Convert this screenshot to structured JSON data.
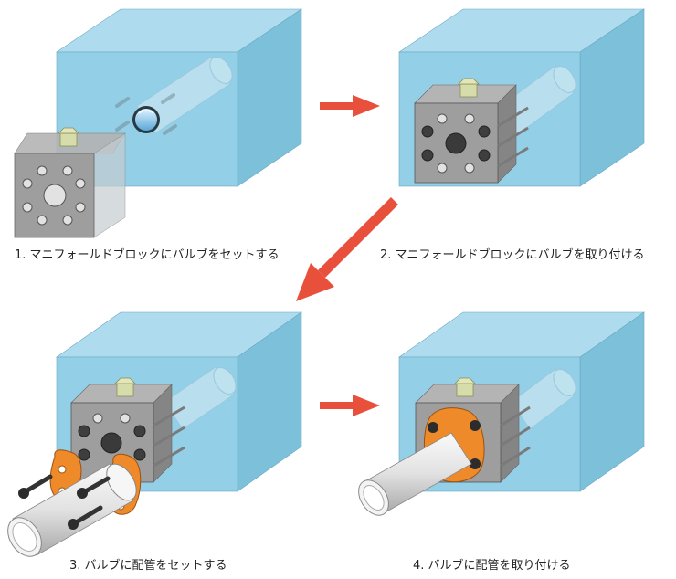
{
  "steps": [
    {
      "label": "1. マニフォールドブロックにバルブをセットする"
    },
    {
      "label": "2. マニフォールドブロックにバルブを取り付ける"
    },
    {
      "label": "3. バルブに配管をセットする"
    },
    {
      "label": "4. バルブに配管を取り付ける"
    }
  ],
  "colors": {
    "manifold_front": "#93cfe6",
    "manifold_top": "#aedcee",
    "manifold_side": "#7dc0da",
    "valve_block": "#9e9e9e",
    "flange": "#ee8a2a",
    "arrow": "#e8503c",
    "pipe": "#e4e4e4"
  }
}
